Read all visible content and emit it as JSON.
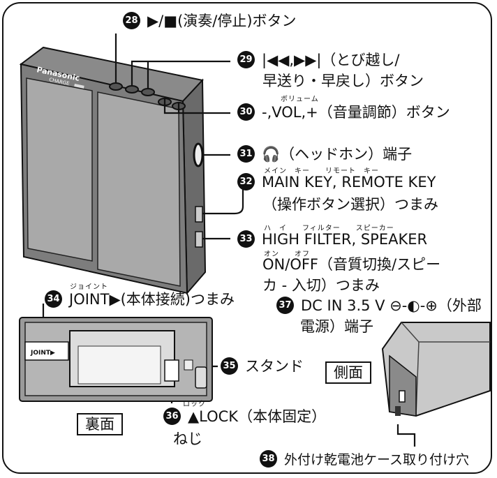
{
  "labels": {
    "l28": {
      "num": "28",
      "text": "▶/■(演奏/停止)ボタン"
    },
    "l29": {
      "num": "29",
      "line1": "|◀◀,▶▶|（とび越し/",
      "line2": "早送り・早戻し）ボタン"
    },
    "l30": {
      "num": "30",
      "ruby": "ボリューム",
      "text": "-,VOL,+（音量調節）ボタン"
    },
    "l31": {
      "num": "31",
      "text": "🎧（ヘッドホン）端子"
    },
    "l32": {
      "num": "32",
      "ruby": "メイン　キー　　リモート　キー",
      "line1": "MAIN KEY, REMOTE KEY",
      "line2": "（操作ボタン選択）つまみ"
    },
    "l33": {
      "num": "33",
      "ruby": "ハ　イ　　フィルター　　スピーカー",
      "line1": "HIGH FILTER, SPEAKER",
      "ruby2": "オン　　オフ",
      "line2": "ON/OFF（音質切換/スピー",
      "line3": "カ - 入切）つまみ"
    },
    "l34": {
      "num": "34",
      "ruby": "ジョイント",
      "text": "JOINT▶(本体接続)つまみ"
    },
    "l35": {
      "num": "35",
      "text": "スタンド"
    },
    "l36": {
      "num": "36",
      "ruby": "ロック",
      "line1": "▲LOCK（本体固定）",
      "line2": "ねじ"
    },
    "l37": {
      "num": "37",
      "line1": "DC IN 3.5 V ⊖-◐-⊕（外部",
      "line2": "電源）端子"
    },
    "l38": {
      "num": "38",
      "text": "外付け乾電池ケース取り付け穴"
    }
  },
  "device": {
    "brand": "Panasonic",
    "charge": "CHARGE",
    "joint": "JOINT▶"
  },
  "boxes": {
    "back": "裏面",
    "side": "側面"
  }
}
